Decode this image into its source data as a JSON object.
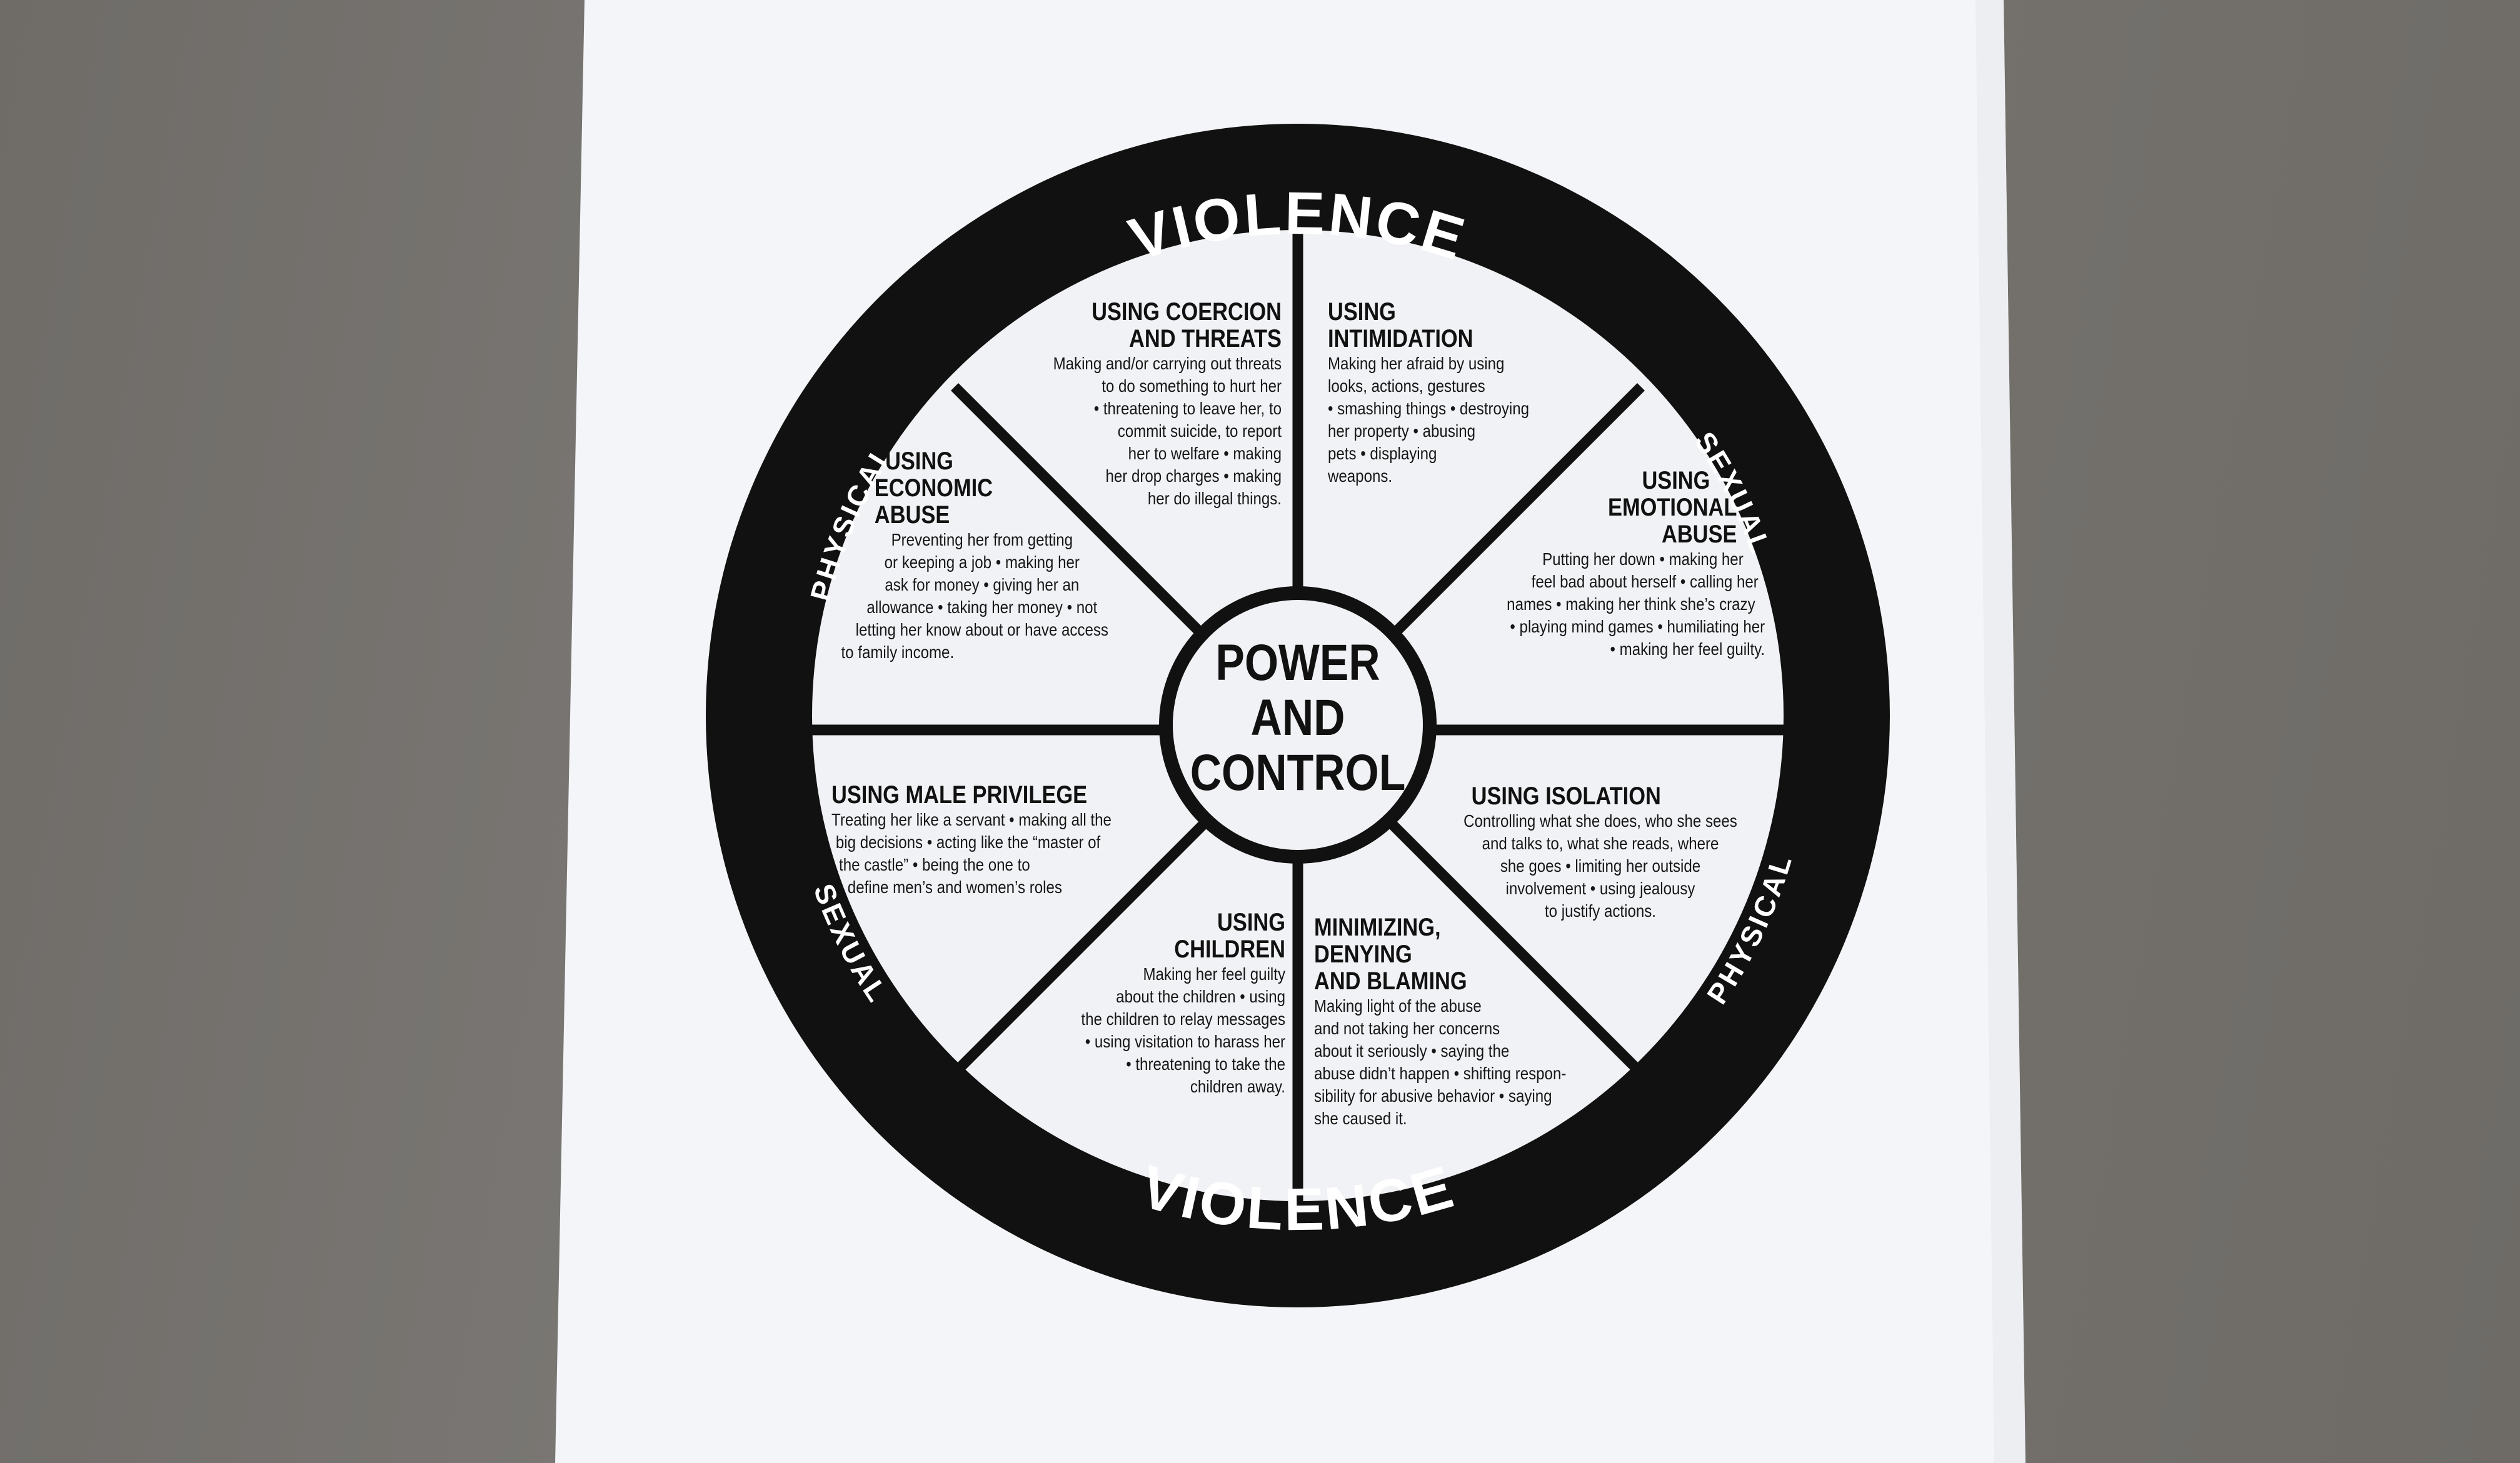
{
  "wheel": {
    "center_title": [
      "POWER",
      "AND",
      "CONTROL"
    ],
    "rim": {
      "top_left": "PHYSICAL",
      "top_center": "VIOLENCE",
      "top_right": "SEXUAL",
      "bottom_left": "PHYSICAL",
      "bottom_center": "VIOLENCE",
      "bottom_right": "SEXUAL"
    },
    "segments": [
      {
        "id": "coercion",
        "title": [
          "USING COERCION",
          "AND THREATS"
        ],
        "body": [
          "Making and/or carrying out threats",
          "to do something to hurt her",
          "• threatening to leave her, to",
          "commit suicide, to report",
          "her to welfare • making",
          "her drop charges • making",
          "her do illegal things."
        ]
      },
      {
        "id": "intimidation",
        "title": [
          "USING",
          "INTIMIDATION"
        ],
        "body": [
          "Making her afraid by using",
          "looks, actions, gestures",
          "• smashing things • destroying",
          "her property • abusing",
          "pets • displaying",
          "weapons."
        ]
      },
      {
        "id": "emotional",
        "title": [
          "USING",
          "EMOTIONAL",
          "ABUSE"
        ],
        "body": [
          "Putting her down • making her",
          "feel bad about herself • calling her",
          "names • making her think she’s crazy",
          "• playing mind games • humiliating her",
          "• making her feel guilty."
        ]
      },
      {
        "id": "isolation",
        "title": [
          "USING ISOLATION"
        ],
        "body": [
          "Controlling what she does, who she sees",
          "and talks to, what she reads, where",
          "she goes • limiting her outside",
          "involvement • using jealousy",
          "to justify actions."
        ]
      },
      {
        "id": "minimizing",
        "title": [
          "MINIMIZING,",
          "DENYING",
          "AND BLAMING"
        ],
        "body": [
          "Making light of the abuse",
          "and not taking her concerns",
          "about it seriously • saying the",
          "abuse didn’t happen • shifting respon-",
          "sibility for abusive behavior • saying",
          "she caused it."
        ]
      },
      {
        "id": "children",
        "title": [
          "USING",
          "CHILDREN"
        ],
        "body": [
          "Making her feel guilty",
          "about the children • using",
          "the children to relay messages",
          "• using visitation to harass her",
          "• threatening to take the",
          "children away."
        ]
      },
      {
        "id": "male-privilege",
        "title": [
          "USING MALE PRIVILEGE"
        ],
        "body": [
          "Treating her like a servant • making all the",
          "big decisions • acting like the “master of",
          "the castle”  • being the one to",
          "define men’s and women’s roles"
        ]
      },
      {
        "id": "economic",
        "title": [
          "USING",
          "ECONOMIC",
          "ABUSE"
        ],
        "body": [
          "Preventing her from getting",
          "or keeping a job • making her",
          "ask for money • giving her an",
          "allowance • taking her money • not",
          "letting her know about or have access",
          "to family income."
        ]
      }
    ]
  },
  "colors": {
    "table": "#75726e",
    "paper": "#f4f5f8",
    "ink": "#111111",
    "inner_disk": "#f1f2f5"
  }
}
